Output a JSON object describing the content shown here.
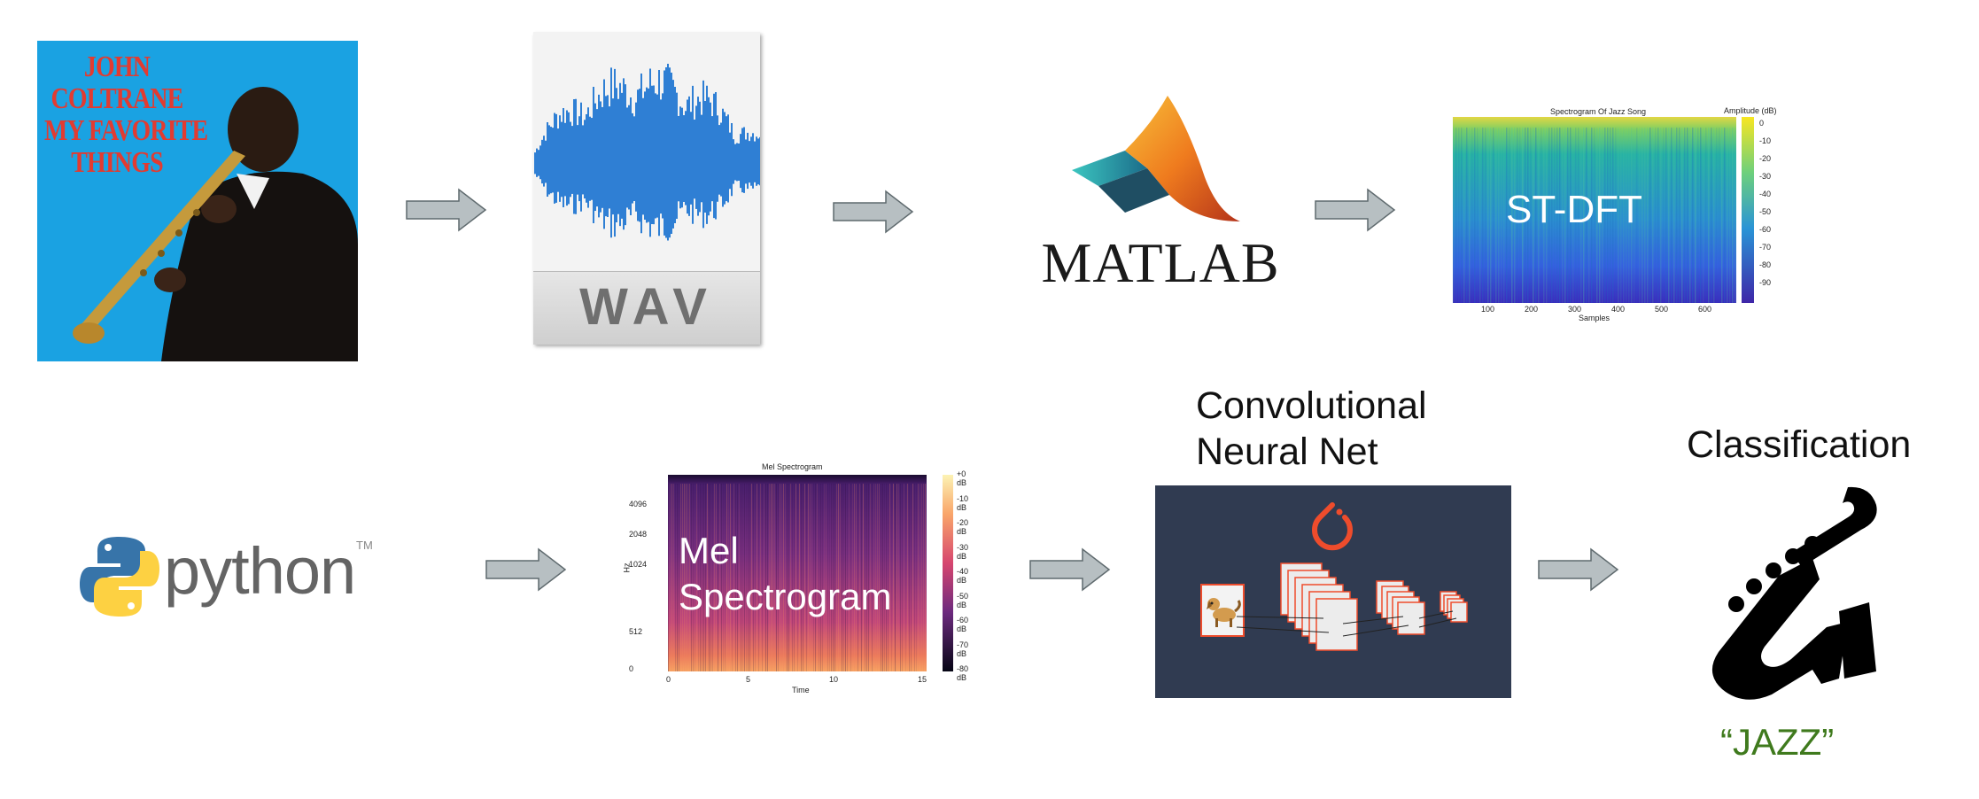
{
  "album": {
    "title_lines": [
      "JOHN",
      "COLTRANE",
      "MY FAVORITE",
      "THINGS"
    ],
    "colors": {
      "background": "#1aa2e2",
      "title": "#e23b31"
    }
  },
  "wav": {
    "label": "WAV",
    "waveform_color": "#2f7fd4"
  },
  "matlab": {
    "label": "MATLAB"
  },
  "stdft": {
    "title": "Spectrogram Of Jazz Song",
    "colorbar_label": "Amplitude (dB)",
    "x_ticks": [
      "100",
      "200",
      "300",
      "400",
      "500",
      "600"
    ],
    "x_label": "Samples",
    "colorbar_ticks": [
      "0",
      "-10",
      "-20",
      "-30",
      "-40",
      "-50",
      "-60",
      "-70",
      "-80",
      "-90"
    ],
    "overlay": "ST-DFT"
  },
  "python": {
    "label": "python",
    "tm": "TM"
  },
  "mel": {
    "title": "Mel Spectrogram",
    "y_ticks": [
      "4096",
      "2048",
      "1024",
      "512",
      "0"
    ],
    "y_label": "Hz",
    "x_ticks": [
      "0",
      "5",
      "10",
      "15"
    ],
    "x_label": "Time",
    "colorbar_ticks": [
      "+0 dB",
      "-10 dB",
      "-20 dB",
      "-30 dB",
      "-40 dB",
      "-50 dB",
      "-60 dB",
      "-70 dB",
      "-80 dB"
    ],
    "overlay_line1": "Mel",
    "overlay_line2": "Spectrogram"
  },
  "cnn": {
    "title_line1": "Convolutional",
    "title_line2": "Neural Net",
    "colors": {
      "background": "#303b51",
      "accent": "#ee4c2c"
    }
  },
  "classification": {
    "title": "Classification",
    "result": "“JAZZ”",
    "result_color": "#3f7a1d"
  },
  "icons": [
    "arrow-right-icon",
    "saxophone-icon",
    "dog-icon",
    "pytorch-flame-icon",
    "python-logo-icon",
    "matlab-membrane-icon"
  ]
}
